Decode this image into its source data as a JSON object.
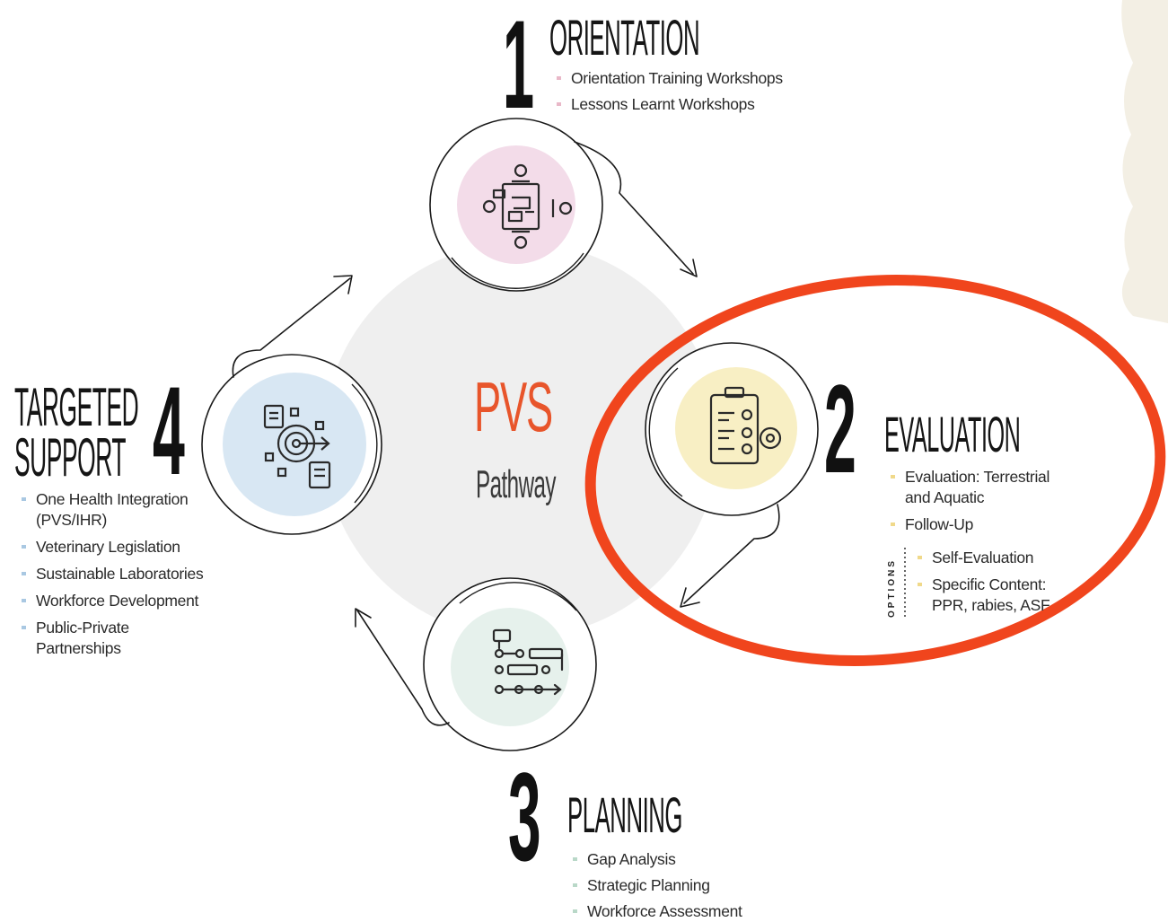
{
  "center": {
    "title": "PVS",
    "subtitle": "Pathway"
  },
  "stages": {
    "orientation": {
      "number": "1",
      "title": "ORIENTATION",
      "items": [
        "Orientation Training Workshops",
        "Lessons Learnt Workshops"
      ],
      "icon": "meeting-table-icon",
      "color": "#f3dce9"
    },
    "evaluation": {
      "number": "2",
      "title": "EVALUATION",
      "items": [
        "Evaluation: Terrestrial and Aquatic",
        "Follow-Up"
      ],
      "options_label": "OPTIONS",
      "options": [
        "Self-Evaluation",
        "Specific Content: PPR, rabies, ASF"
      ],
      "icon": "checklist-clipboard-icon",
      "color": "#f8efc4"
    },
    "planning": {
      "number": "3",
      "title": "PLANNING",
      "items": [
        "Gap Analysis",
        "Strategic Planning",
        "Workforce Assessment"
      ],
      "icon": "flow-plan-icon",
      "color": "#e6f1ec"
    },
    "targeted_support": {
      "number": "4",
      "title_line1": "TARGETED",
      "title_line2": "SUPPORT",
      "items": [
        "One Health Integration (PVS/IHR)",
        "Veterinary Legislation",
        "Sustainable Laboratories",
        "Workforce Development",
        "Public-Private Partnerships"
      ],
      "icon": "target-documents-icon",
      "color": "#d8e7f3"
    }
  },
  "colors": {
    "highlight": "#f0451d",
    "pvs": "#e8552b",
    "center_disc": "#efefef",
    "orientation_bullet": "#e9b8c8",
    "evaluation_bullet": "#f0d98a",
    "planning_bullet": "#b9d8c8",
    "support_bullet": "#a9c8e2"
  }
}
